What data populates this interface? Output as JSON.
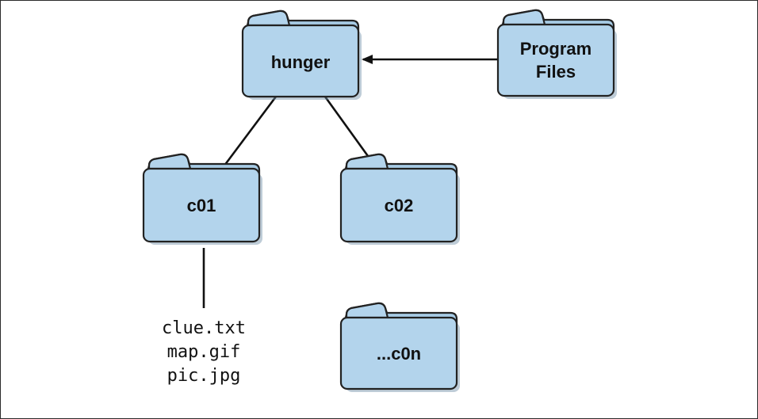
{
  "diagram": {
    "folders": {
      "hunger": "hunger",
      "program_files_line1": "Program",
      "program_files_line2": "Files",
      "c01": "c01",
      "c02": "c02",
      "c0n": "...c0n"
    },
    "files": [
      "clue.txt",
      "map.gif",
      "pic.jpg"
    ],
    "colors": {
      "folder_fill": "#b3d4ec",
      "outline": "#222222",
      "background": "#ffffff"
    }
  }
}
